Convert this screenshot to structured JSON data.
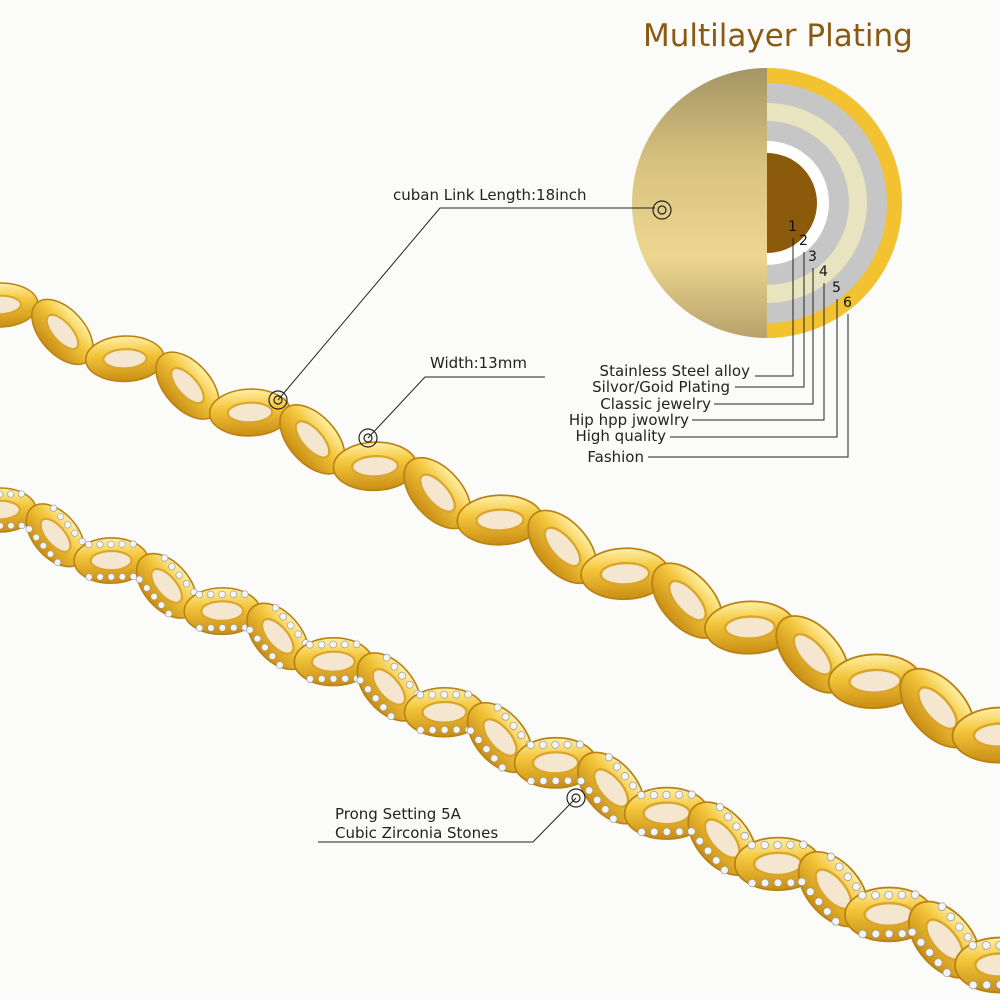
{
  "title": "Multilayer Plating",
  "callouts": {
    "length": "cuban Link Length:18inch",
    "width": "Width:13mm",
    "stones_line1": "Prong Setting 5A",
    "stones_line2": "Cubic Zirconia Stones"
  },
  "layers": [
    {
      "num": "1",
      "label": "Stainless Steel alloy"
    },
    {
      "num": "2",
      "label": "Silvor/Goid Plating"
    },
    {
      "num": "3",
      "label": "Classic jewelry"
    },
    {
      "num": "4",
      "label": "Hip hpp jwowlry"
    },
    {
      "num": "5",
      "label": "High quality"
    },
    {
      "num": "6",
      "label": "Fashion"
    }
  ],
  "colors": {
    "gold": "#f2c230",
    "title": "#8a5a12",
    "core": "#8b5a0a",
    "gray": "#c6c6c6",
    "cream": "#e8e4bf"
  }
}
